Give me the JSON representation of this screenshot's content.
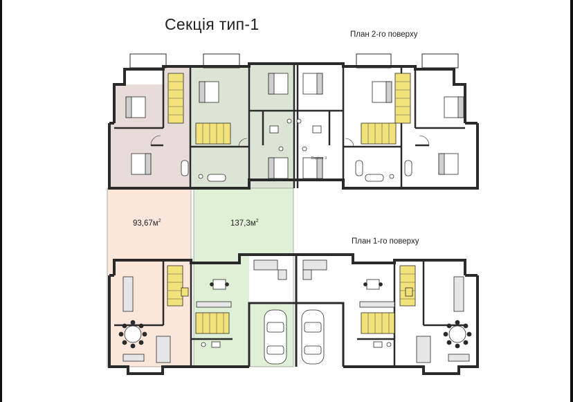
{
  "title": "Секція тип-1",
  "plans": {
    "upper": {
      "label": "План 2-го поверху"
    },
    "lower": {
      "label": "План 1-го поверху"
    }
  },
  "areas": {
    "left": {
      "value": "93,67м",
      "sup": "2"
    },
    "center": {
      "value": "137,3м",
      "sup": "2"
    }
  },
  "note": "Варіант 3",
  "colors": {
    "left_unit": "#e7dcd7",
    "left_plot": "#fbe7dc",
    "center_unit": "#dbe4d5",
    "center_plot": "#dff0d6",
    "stairs": "#f2e27a",
    "wall": "#2a2a2a"
  }
}
